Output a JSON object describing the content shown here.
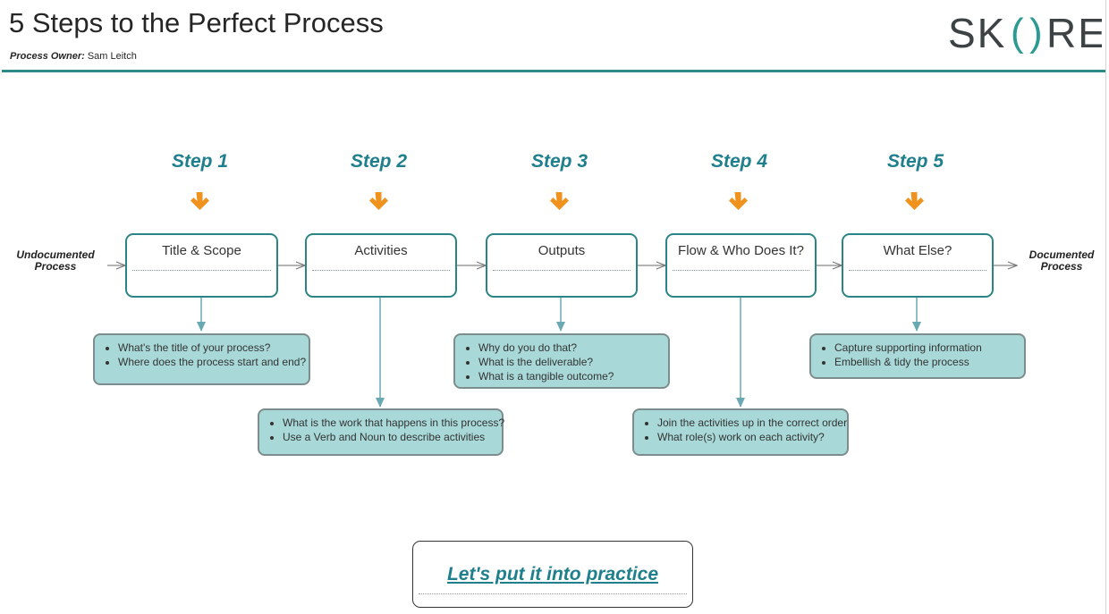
{
  "header": {
    "title": "5 Steps to the Perfect Process",
    "owner_label": "Process Owner:",
    "owner_name": "Sam Leitch",
    "logo_text": "SK()RE"
  },
  "start_label": [
    "Undocumented",
    "Process"
  ],
  "end_label": [
    "Documented",
    "Process"
  ],
  "steps": [
    {
      "step": "Step 1",
      "title": "Title & Scope",
      "bullets": [
        "What's the title of your process?",
        "Where does the process start and end?"
      ]
    },
    {
      "step": "Step 2",
      "title": "Activities",
      "bullets": [
        "What is the work that happens in this process?",
        "Use a Verb and Noun to describe activities"
      ]
    },
    {
      "step": "Step 3",
      "title": "Outputs",
      "bullets": [
        "Why do you do that?",
        "What is the deliverable?",
        "What is a tangible outcome?"
      ]
    },
    {
      "step": "Step 4",
      "title": "Flow & Who Does It?",
      "bullets": [
        "Join the activities up in the correct order",
        "What role(s) work on each activity?"
      ]
    },
    {
      "step": "Step 5",
      "title": "What Else?",
      "bullets": [
        "Capture supporting information",
        "Embellish & tidy the process"
      ]
    }
  ],
  "cta": {
    "label": "Let's put it into practice"
  },
  "colors": {
    "teal": "#2b8586",
    "orange": "#f0921e",
    "note_fill": "#a8d9d8"
  }
}
